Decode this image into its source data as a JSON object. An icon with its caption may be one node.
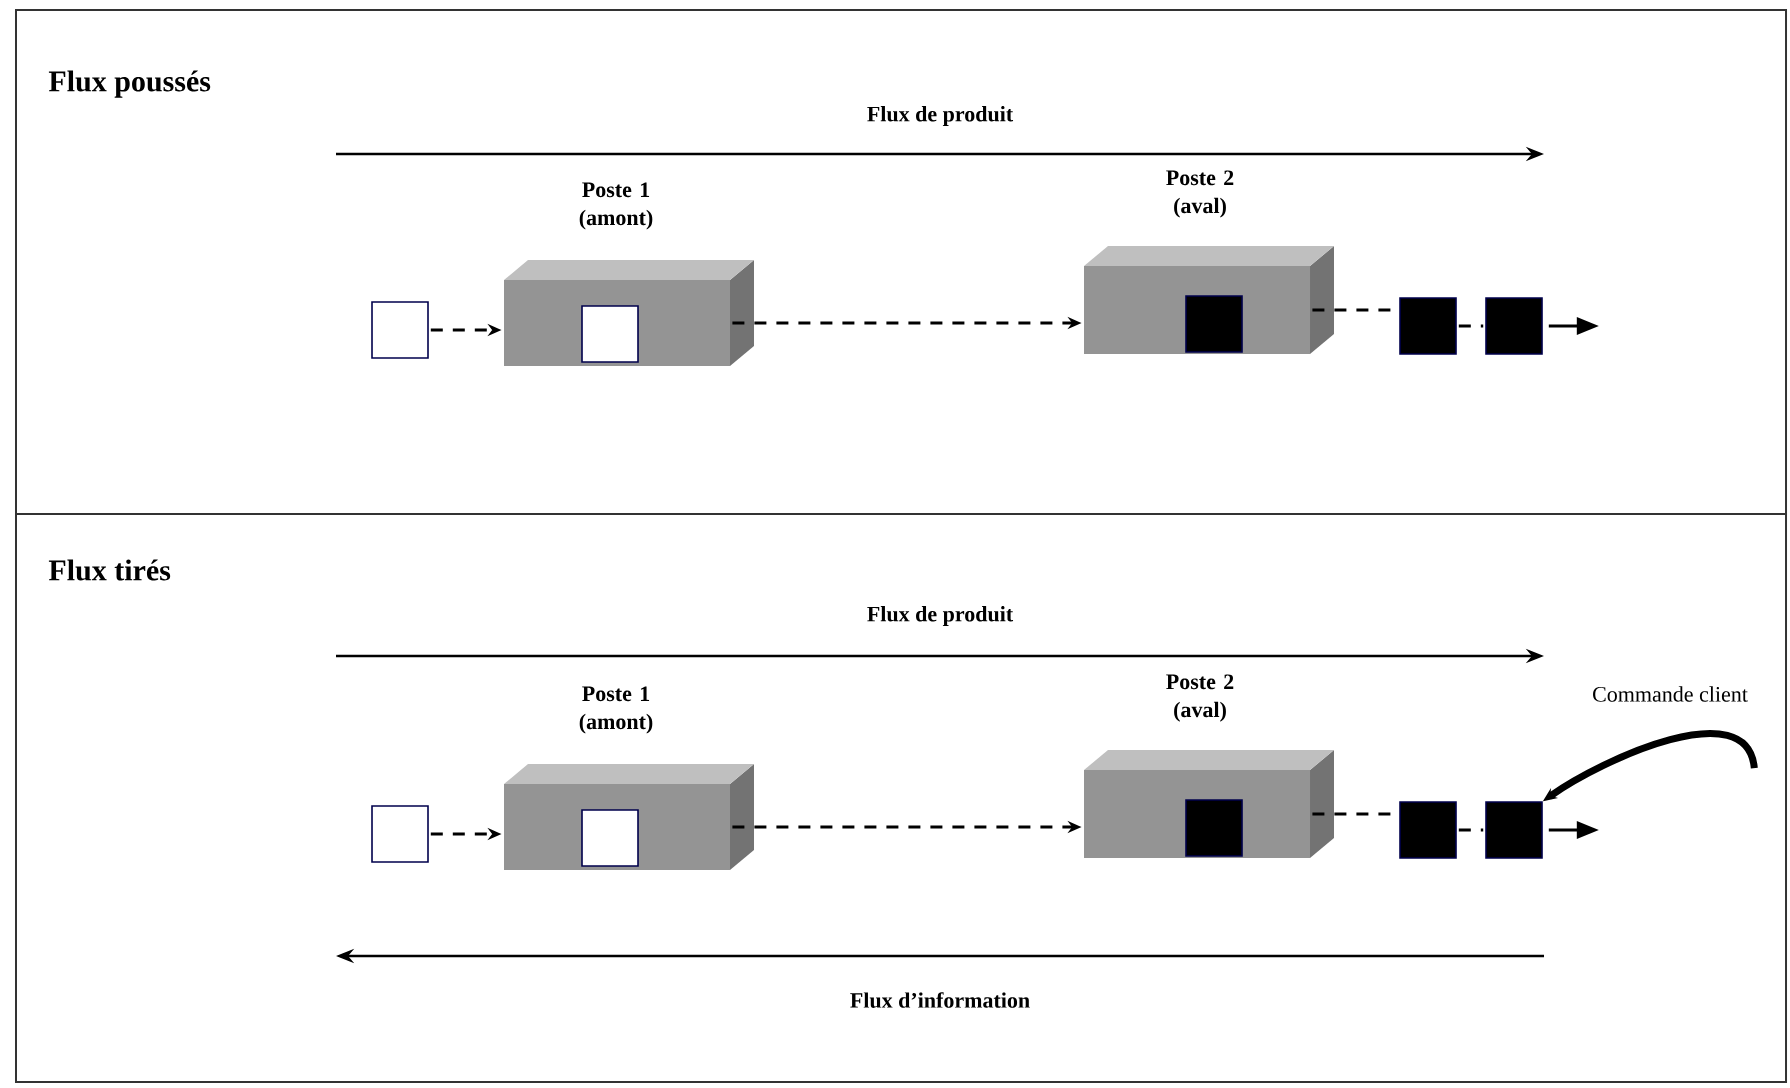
{
  "diagram": {
    "nodes": [
      {
        "text": [
          "Flux poussés"
        ]
      },
      {
        "text": [],
        "shape": "box",
        "in": 0
      },
      {
        "text": [
          "Poste 1 (amont)"
        ],
        "in": 0
      },
      {
        "text": [],
        "shape": "box",
        "in": 2
      },
      {
        "text": [
          "Poste 2 (aval)"
        ],
        "in": 0
      },
      {
        "text": [],
        "shape": "box",
        "in": 4
      },
      {
        "text": [],
        "shape": "box",
        "in": 0
      },
      {
        "text": [],
        "shape": "box",
        "in": 0
      },
      {
        "text": [
          "Flux tirés"
        ]
      },
      {
        "text": [],
        "shape": "box",
        "in": 8
      },
      {
        "text": [
          "Poste 1 (amont)"
        ],
        "in": 8
      },
      {
        "text": [],
        "shape": "box",
        "in": 10
      },
      {
        "text": [
          "Poste 2 (aval)"
        ],
        "in": 8
      },
      {
        "text": [],
        "shape": "box",
        "in": 12
      },
      {
        "text": [],
        "shape": "box",
        "in": 8
      },
      {
        "text": [],
        "shape": "box",
        "in": 8
      },
      {
        "text": [
          "Commande client"
        ],
        "in": 8
      }
    ],
    "edges": [
      {
        "from": 1,
        "to": 2,
        "arrow": "to",
        "style": "dashed"
      },
      {
        "from": 2,
        "to": 4,
        "arrow": "to",
        "style": "dashed"
      },
      {
        "from": 4,
        "to": 6,
        "arrow": "none",
        "style": "dashed"
      },
      {
        "from": 6,
        "to": 7,
        "arrow": "none",
        "style": "dashed"
      },
      {
        "from": 7,
        "to": null,
        "arrow": "to"
      },
      {
        "from": 9,
        "to": 10,
        "arrow": "to",
        "style": "dashed"
      },
      {
        "from": 10,
        "to": 12,
        "arrow": "to",
        "style": "dashed"
      },
      {
        "from": 12,
        "to": 14,
        "arrow": "none",
        "style": "dashed"
      },
      {
        "from": 14,
        "to": 15,
        "arrow": "none",
        "style": "dashed"
      },
      {
        "from": 15,
        "to": null,
        "arrow": "to"
      },
      {
        "from": 16,
        "to": 15,
        "arrow": "to",
        "style": "thick"
      }
    ],
    "labels": [
      "Flux de produit",
      "Flux de produit",
      "Flux d’information"
    ]
  }
}
